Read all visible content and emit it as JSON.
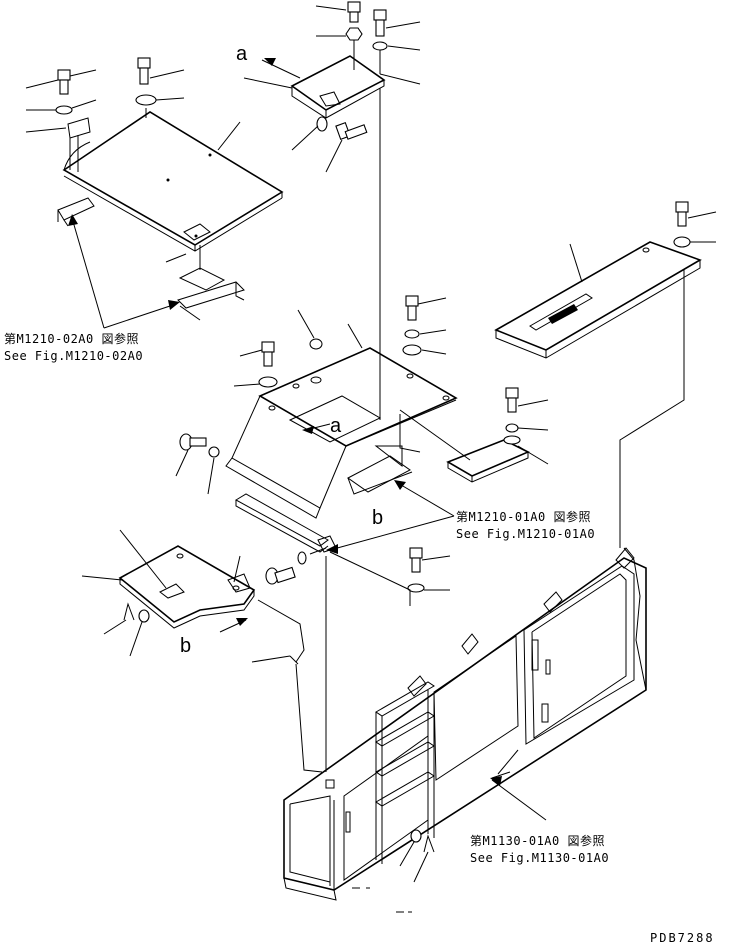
{
  "callouts": {
    "a_top": "a",
    "a_mid": "a",
    "b_right": "b",
    "b_left": "b"
  },
  "references": [
    {
      "jp": "第M1210-02A0 図参照",
      "en": "See Fig.M1210-02A0"
    },
    {
      "jp": "第M1210-01A0 図参照",
      "en": "See Fig.M1210-01A0"
    },
    {
      "jp": "第M1130-01A0 図参照",
      "en": "See Fig.M1130-01A0"
    }
  ],
  "drawing_code": "PDB7288",
  "colors": {
    "line": "#000000",
    "background": "#ffffff"
  }
}
